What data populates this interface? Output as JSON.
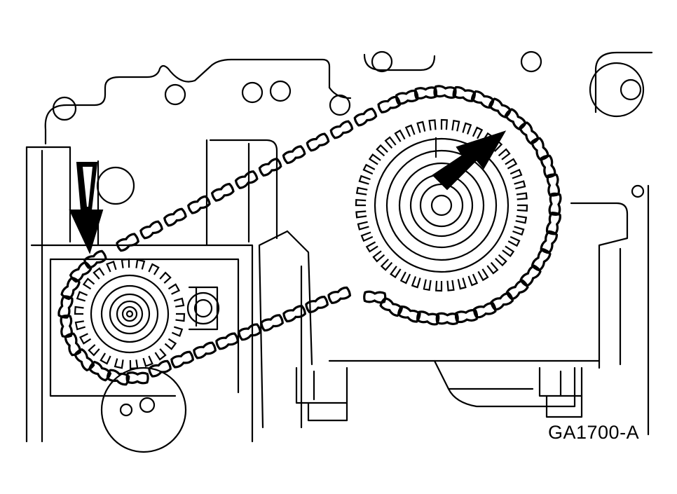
{
  "figure": {
    "code": "GA1700-A",
    "line_color": "#000000",
    "background_color": "#ffffff"
  },
  "chain": {
    "link_count_estimate": 42
  },
  "large_sprocket": {
    "teeth": 44
  },
  "small_sprocket": {
    "teeth": 22
  },
  "arrows": [
    {
      "name": "down-arrow-icon"
    },
    {
      "name": "rotation-arrow-icon"
    }
  ]
}
